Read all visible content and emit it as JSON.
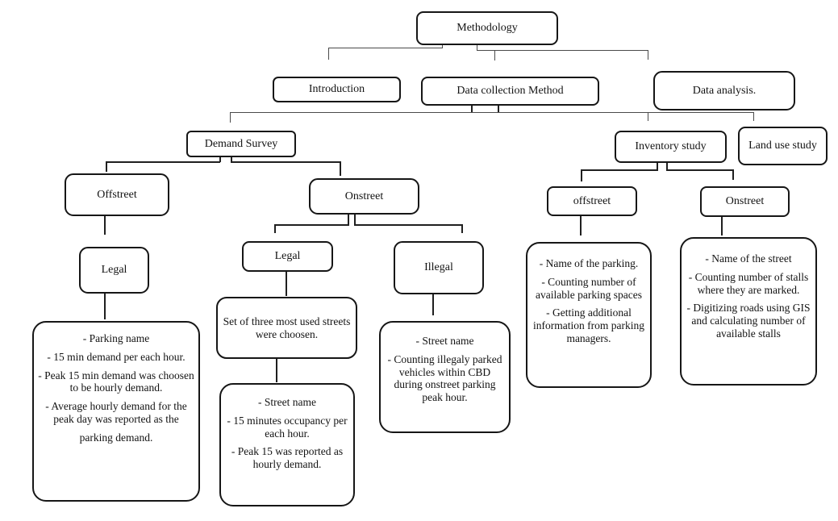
{
  "diagram_title": "Methodology flowchart",
  "colors": {
    "stroke": "#161616",
    "connector": "#1f1f1f",
    "connector_light": "#4a4a4a",
    "background": "#ffffff",
    "text": "#131313"
  },
  "nodes": {
    "methodology": {
      "label": "Methodology"
    },
    "introduction": {
      "label": "Introduction"
    },
    "data_collection": {
      "label": "Data collection Method"
    },
    "data_analysis": {
      "label": "Data analysis."
    },
    "demand_survey": {
      "label": "Demand Survey"
    },
    "offstreet_left": {
      "label": "Offstreet"
    },
    "onstreet_mid": {
      "label": "Onstreet"
    },
    "legal_left": {
      "label": "Legal"
    },
    "legal_mid": {
      "label": "Legal"
    },
    "illegal": {
      "label": "Illegal"
    },
    "inventory_study": {
      "label": "Inventory study"
    },
    "land_use_study": {
      "label": "Land use study"
    },
    "offstreet_right": {
      "label": "offstreet"
    },
    "onstreet_right": {
      "label": "Onstreet"
    },
    "set_of_three": {
      "label": "Set of three most used streets were choosen."
    },
    "parking_detail": {
      "lines": [
        "- Parking name",
        "- 15 min demand per each hour.",
        "- Peak 15 min demand was choosen to be hourly demand.",
        "- Average hourly demand for the peak day was reported as the",
        "parking demand."
      ]
    },
    "street_detail": {
      "lines": [
        "- Street name",
        "- 15 minutes occupancy per each hour.",
        "- Peak 15 was reported as hourly demand."
      ]
    },
    "illegal_detail": {
      "lines": [
        "- Street name",
        "- Counting illegaly parked vehicles within CBD during onstreet parking peak hour."
      ]
    },
    "offstreet_right_detail": {
      "lines": [
        "- Name of the parking.",
        "- Counting number of available parking spaces",
        "- Getting additional information from parking managers."
      ]
    },
    "onstreet_right_detail": {
      "lines": [
        "- Name of the street",
        "- Counting number of stalls where they are marked.",
        "- Digitizing roads using GIS and calculating number of available stalls"
      ]
    }
  }
}
